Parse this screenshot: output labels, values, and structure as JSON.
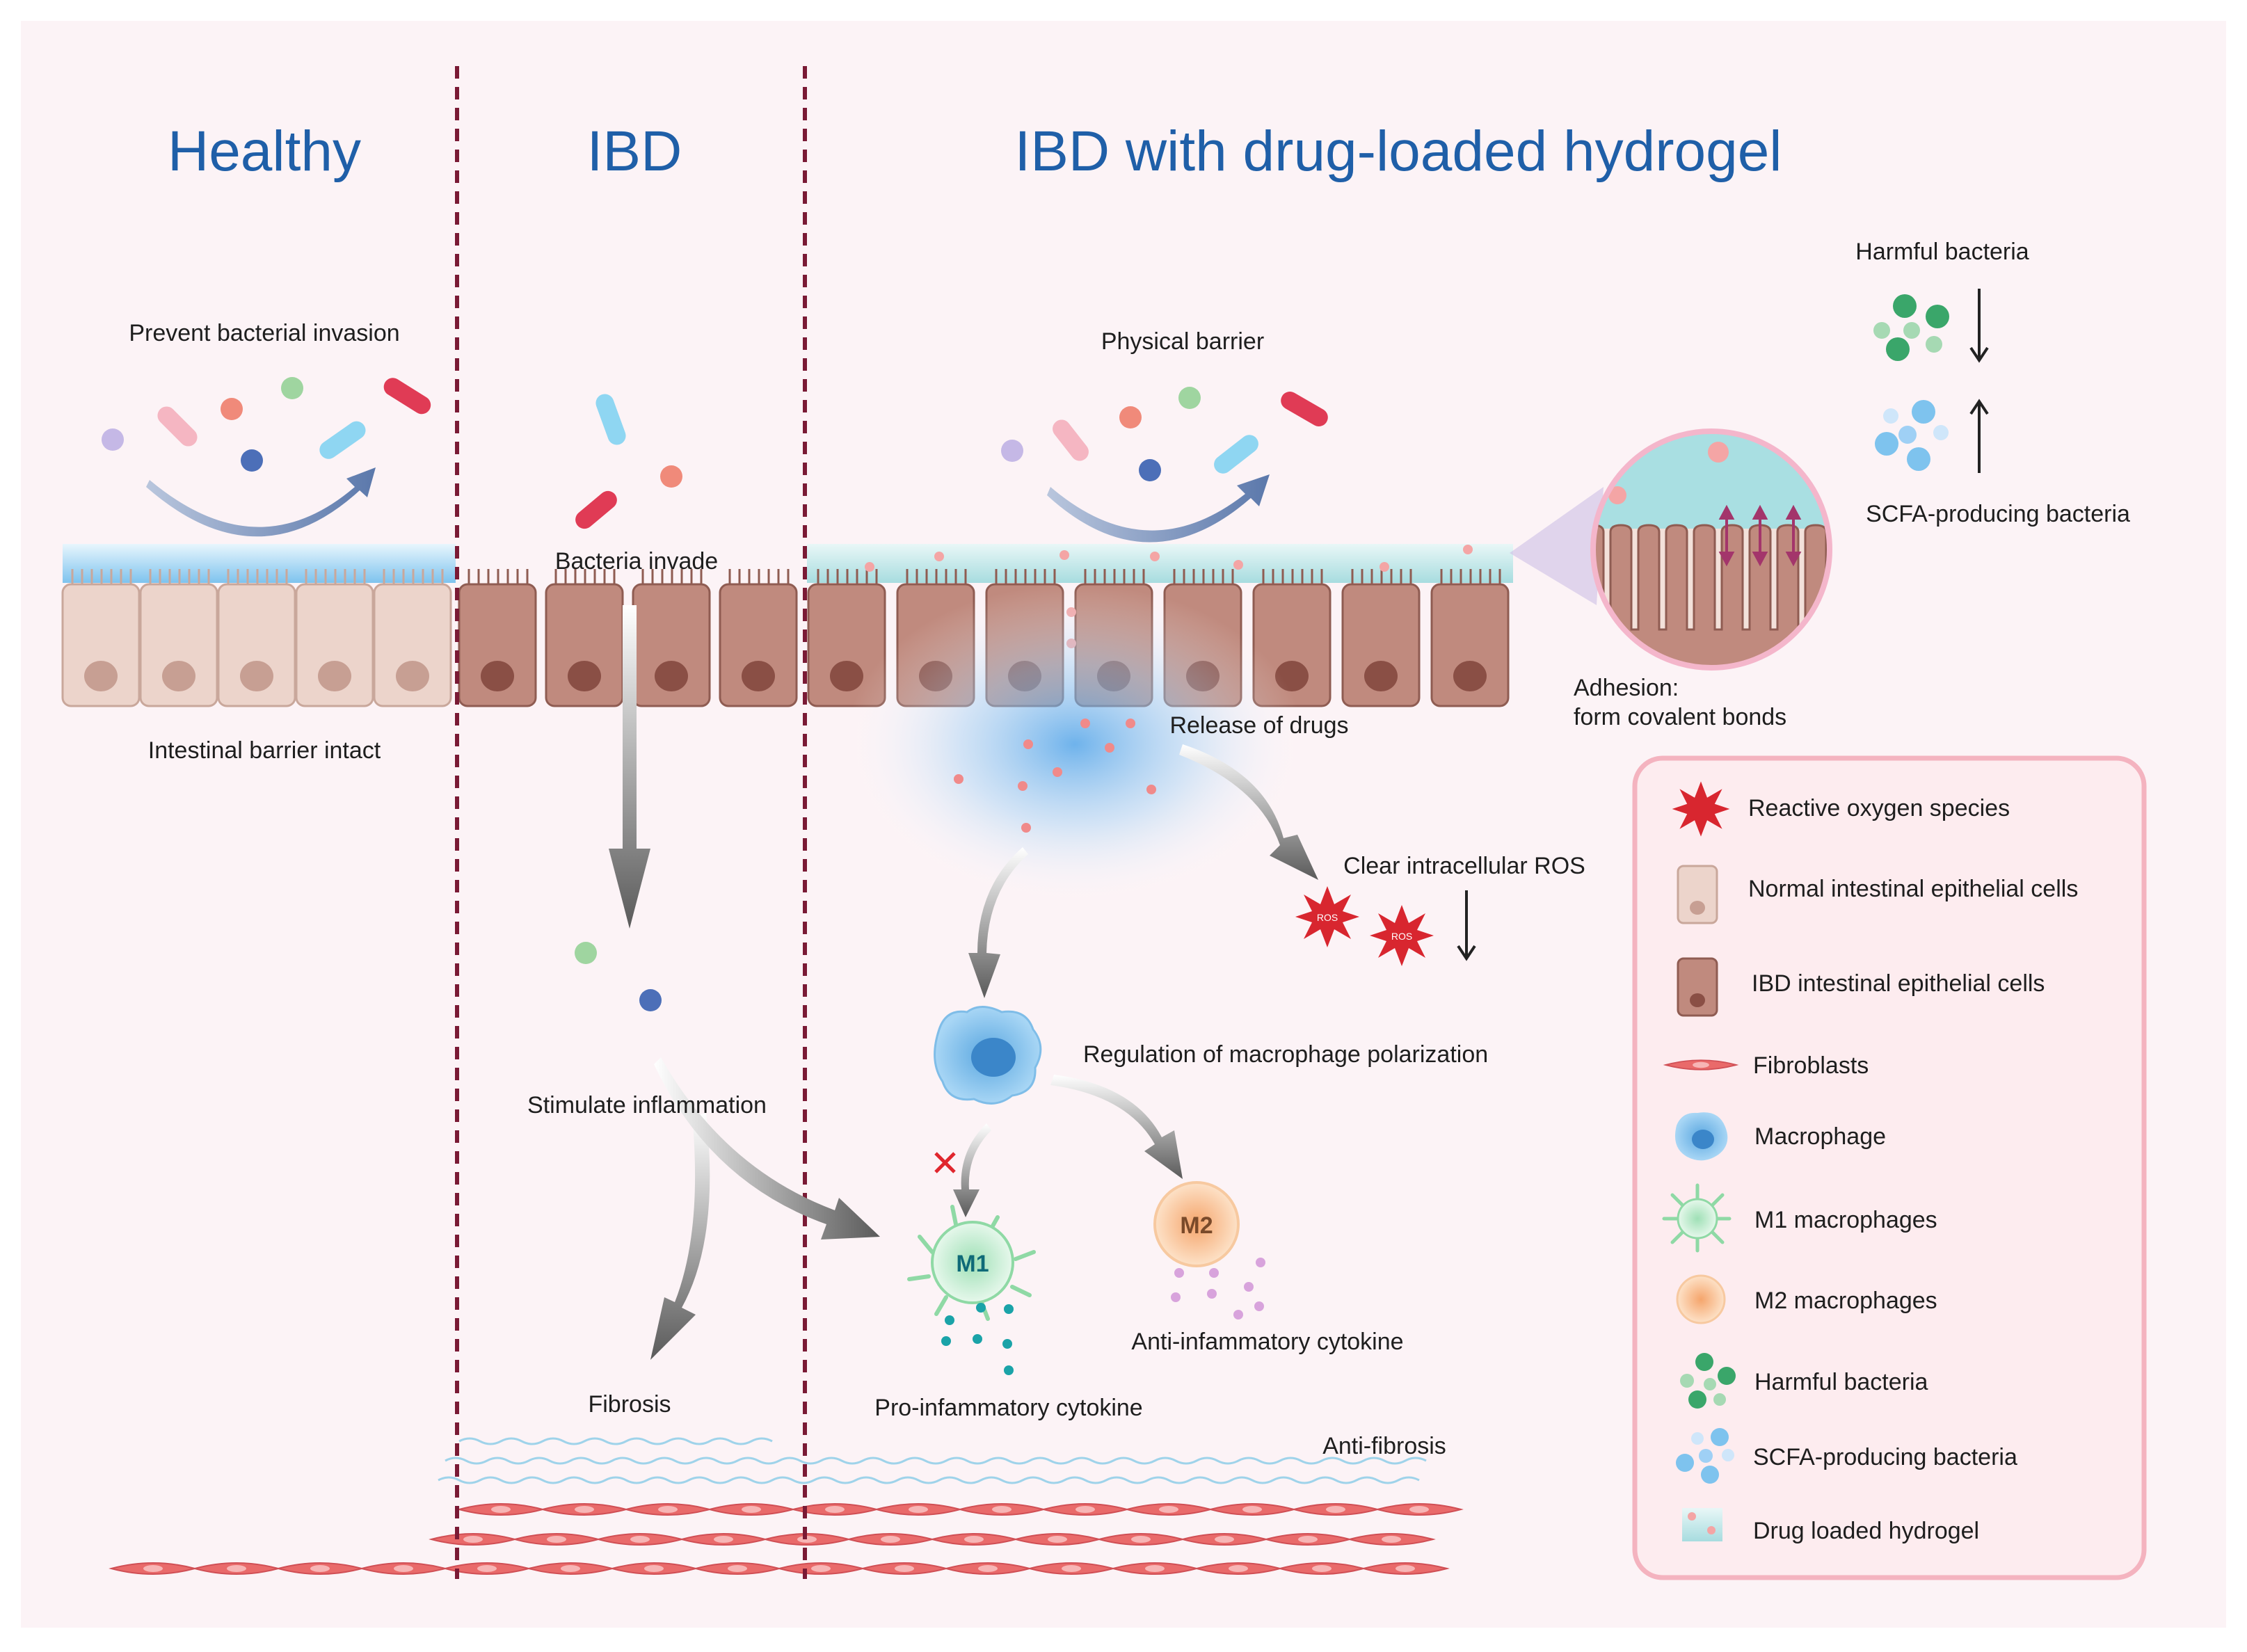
{
  "headings": {
    "healthy": "Healthy",
    "ibd": "IBD",
    "hydrogel": "IBD with drug-loaded hydrogel"
  },
  "labels": {
    "prevent": "Prevent bacterial invasion",
    "barrier_intact": "Intestinal barrier intact",
    "bacteria_invade": "Bacteria invade",
    "stimulate": "Stimulate inflammation",
    "fibrosis": "Fibrosis",
    "physical_barrier": "Physical barrier",
    "release": "Release of drugs",
    "clear_ros": "Clear intracellular ROS",
    "regulation": "Regulation of macrophage polarization",
    "pro_cytokine": "Pro-infammatory cytokine",
    "anti_cytokine": "Anti-infammatory cytokine",
    "anti_fibrosis": "Anti-fibrosis",
    "adhesion_1": "Adhesion:",
    "adhesion_2": "form covalent bonds",
    "harmful_top": "Harmful bacteria",
    "scfa_top": "SCFA-producing bacteria",
    "m1": "M1",
    "m2": "M2",
    "ros": "ROS"
  },
  "legend": [
    {
      "label": "Reactive oxygen species",
      "icon": "ros-icon"
    },
    {
      "label": "Normal intestinal epithelial cells",
      "icon": "normal-cell-icon"
    },
    {
      "label": "IBD  intestinal epithelial cells",
      "icon": "ibd-cell-icon"
    },
    {
      "label": "Fibroblasts",
      "icon": "fibroblast-icon"
    },
    {
      "label": "Macrophage",
      "icon": "macrophage-icon"
    },
    {
      "label": "M1 macrophages",
      "icon": "m1-icon"
    },
    {
      "label": "M2 macrophages",
      "icon": "m2-icon"
    },
    {
      "label": "Harmful bacteria",
      "icon": "harmful-bacteria-icon"
    },
    {
      "label": "SCFA-producing bacteria",
      "icon": "scfa-bacteria-icon"
    },
    {
      "label": "Drug loaded hydrogel",
      "icon": "hydrogel-icon"
    }
  ],
  "colors": {
    "heading": "#1f5fa8",
    "divider": "#7a1a35",
    "normal_cell": "#ecd4cb",
    "ibd_cell": "#c08a7e",
    "hydrogel": "#bfe3e6",
    "fibroblast": "#e96a6a",
    "legend_border": "#f4b3bf",
    "legend_bg": "#fdecef"
  }
}
